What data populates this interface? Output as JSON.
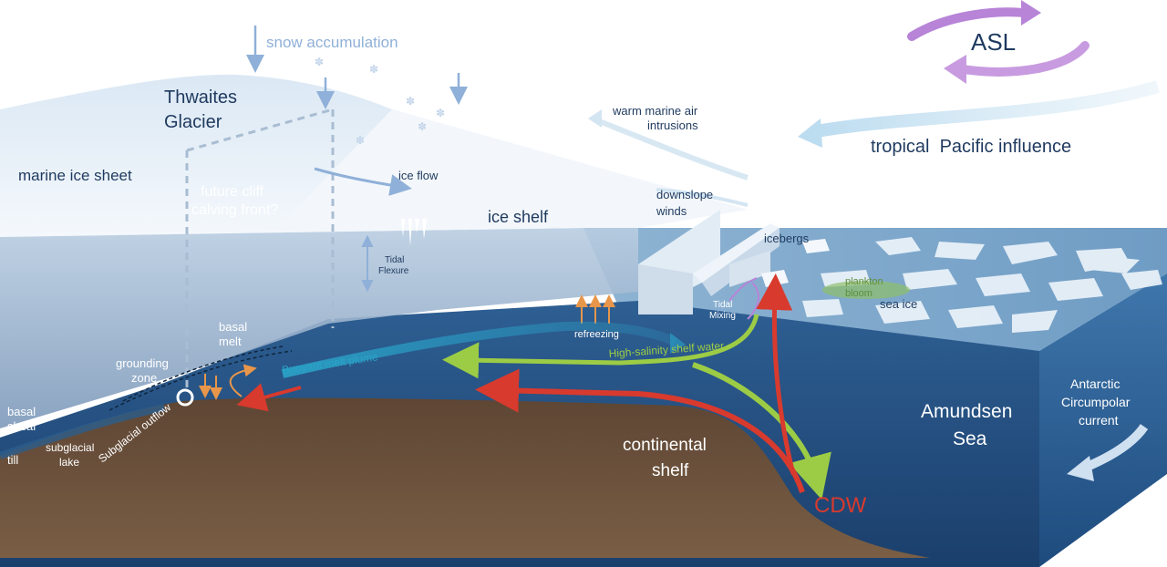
{
  "labels": {
    "snow_accumulation": "snow accumulation",
    "thwaites_line1": "Thwaites",
    "thwaites_line2": "Glacier",
    "marine_ice_sheet": "marine ice sheet",
    "future_cliff_line1": "future cliff",
    "future_cliff_line2": "calving front?",
    "ice_flow": "ice flow",
    "ice_shelf": "ice shelf",
    "tidal_flexure_line1": "Tidal",
    "tidal_flexure_line2": "Flexure",
    "warm_air_line1": "warm marine air",
    "warm_air_line2": "intrusions",
    "downslope_line1": "downslope",
    "downslope_line2": "winds",
    "icebergs": "icebergs",
    "tropical_pacific": "tropical  Pacific influence",
    "asl": "ASL",
    "plankton_line1": "plankton",
    "plankton_line2": "bloom",
    "sea_ice": "sea ice",
    "refreezing": "refreezing",
    "tidal_mixing_line1": "Tidal",
    "tidal_mixing_line2": "Mixing",
    "basal_melt_line1": "basal",
    "basal_melt_line2": "melt",
    "buoyant_melt_plume": "Buoyant melt plume",
    "high_salinity": "High-salinity shelf water",
    "grounding_zone_line1": "grounding",
    "grounding_zone_line2": "zone",
    "basal_shear_line1": "basal",
    "basal_shear_line2": "shear",
    "subglacial_lake_line1": "subglacial",
    "subglacial_lake_line2": "lake",
    "subglacial_outflow": "Subglacial outflow",
    "till": "till",
    "continental_line1": "continental",
    "continental_line2": "shelf",
    "cdw": "CDW",
    "amundsen_line1": "Amundsen",
    "amundsen_line2": "Sea",
    "acc_line1": "Antarctic",
    "acc_line2": "Circumpolar",
    "acc_line3": "current"
  },
  "colors": {
    "ocean_deep": "#1c4a7d",
    "ice": "#eaf2f9",
    "bedrock": "#6b533f",
    "warm_water": "#d83a2e",
    "shelf_water": "#9ccc45",
    "melt_plume": "#2aa3c8",
    "asl_arrow": "#b784d8",
    "text_dark": "#1f3a5f"
  }
}
